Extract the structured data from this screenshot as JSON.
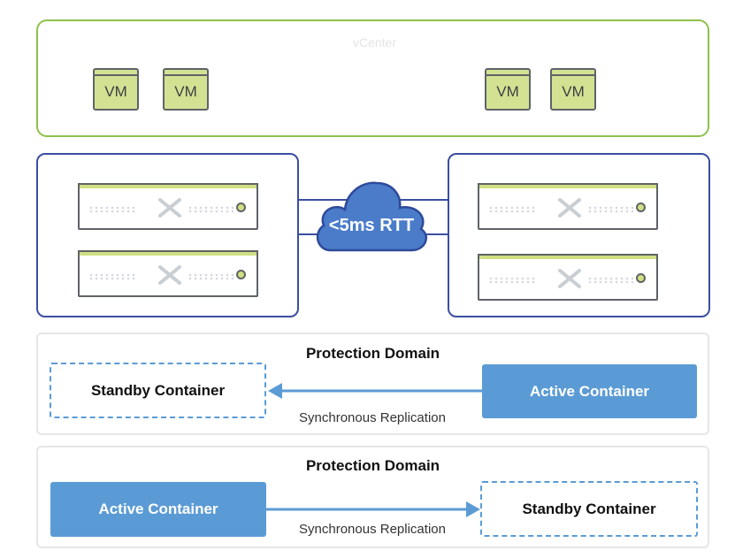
{
  "top_box": {
    "label": "vCenter"
  },
  "vms": [
    "VM",
    "VM",
    "VM",
    "VM"
  ],
  "cloud": {
    "label": "<5ms RTT"
  },
  "domains": [
    {
      "title": "Protection Domain",
      "left": "Standby Container",
      "right": "Active Container",
      "replication": "Synchronous Replication"
    },
    {
      "title": "Protection Domain",
      "left": "Active Container",
      "right": "Standby Container",
      "replication": "Synchronous Replication"
    }
  ],
  "colors": {
    "green": "#8fc04b",
    "navy": "#3b4ea0",
    "blue": "#5b9bd5",
    "vm_fill": "#d3e292",
    "server_bar": "#cfe082"
  }
}
